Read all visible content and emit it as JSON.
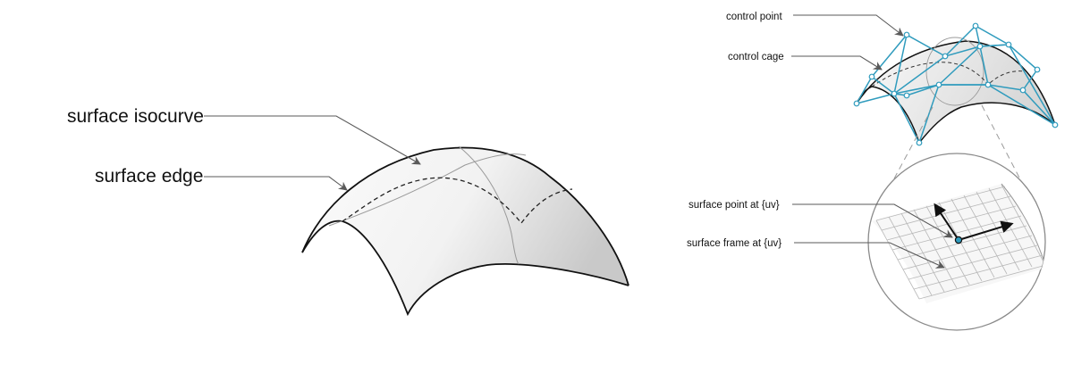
{
  "labels": {
    "surface_isocurve": "surface isocurve",
    "surface_edge": "surface edge",
    "control_point": "control point",
    "control_cage": "control cage",
    "surface_point": "surface point at {uv}",
    "surface_frame": "surface frame at {uv}"
  },
  "colors": {
    "cage": "#2f9bbd",
    "edge": "#111111",
    "leader": "#5a5a5a",
    "grid": "#b8b8b8"
  }
}
